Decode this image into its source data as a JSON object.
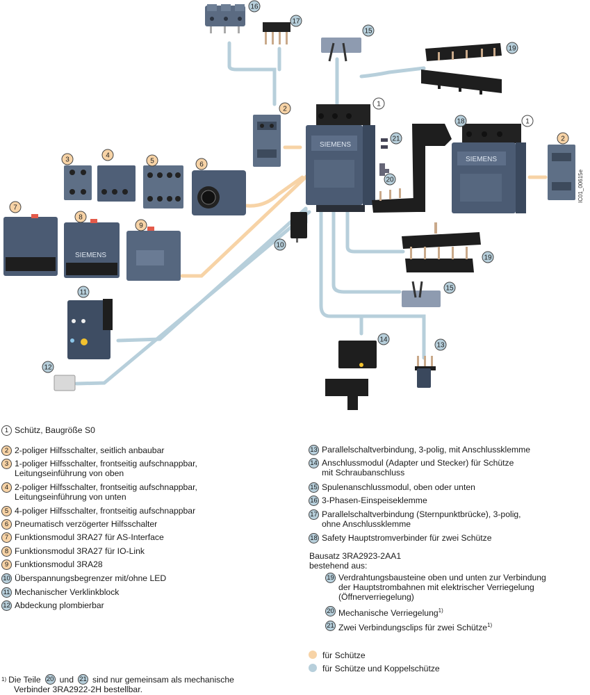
{
  "figure_code": "IC01_00615e",
  "callouts": [
    "1",
    "2",
    "3",
    "4",
    "5",
    "6",
    "7",
    "8",
    "9",
    "10",
    "11",
    "12",
    "13",
    "14",
    "15",
    "16",
    "17",
    "18",
    "19",
    "20",
    "21"
  ],
  "legend_left": [
    {
      "n": "1",
      "color": "white",
      "text": "Schütz, Baugröße S0"
    },
    {
      "n": "2",
      "color": "orange",
      "text": "2-poliger Hilfsschalter, seitlich anbaubar"
    },
    {
      "n": "3",
      "color": "orange",
      "text": "1-poliger Hilfsschalter, frontseitig aufschnappbar,\nLeitungseinführung von oben"
    },
    {
      "n": "4",
      "color": "orange",
      "text": "2-poliger Hilfsschalter, frontseitig aufschnappbar,\nLeitungseinführung von unten"
    },
    {
      "n": "5",
      "color": "orange",
      "text": "4-poliger Hilfsschalter, frontseitig aufschnappbar"
    },
    {
      "n": "6",
      "color": "orange",
      "text": "Pneumatisch verzögerter Hilfsschalter"
    },
    {
      "n": "7",
      "color": "orange",
      "text": "Funktionsmodul 3RA27 für AS-Interface"
    },
    {
      "n": "8",
      "color": "orange",
      "text": "Funktionsmodul 3RA27 für IO-Link"
    },
    {
      "n": "9",
      "color": "orange",
      "text": "Funktionsmodul 3RA28"
    },
    {
      "n": "10",
      "color": "blue",
      "text": "Überspannungsbegrenzer mit/ohne LED"
    },
    {
      "n": "11",
      "color": "blue",
      "text": "Mechanischer Verklinkblock"
    },
    {
      "n": "12",
      "color": "blue",
      "text": "Abdeckung plombierbar"
    }
  ],
  "legend_right": [
    {
      "n": "13",
      "color": "blue",
      "text": "Parallelschaltverbindung, 3-polig, mit Anschlussklemme"
    },
    {
      "n": "14",
      "color": "blue",
      "text": "Anschlussmodul (Adapter und Stecker) für Schütze\nmit Schraubanschluss"
    },
    {
      "n": "15",
      "color": "blue",
      "text": "Spulenanschlussmodul, oben oder unten"
    },
    {
      "n": "16",
      "color": "blue",
      "text": "3-Phasen-Einspeiseklemme"
    },
    {
      "n": "17",
      "color": "blue",
      "text": "Parallelschaltverbindung (Sternpunktbrücke), 3-polig,\nohne Anschlussklemme"
    },
    {
      "n": "18",
      "color": "blue",
      "text": "Safety Hauptstromverbinder für zwei Schütze"
    }
  ],
  "kit": {
    "heading": "Bausatz 3RA2923-2AA1\nbestehend aus:",
    "items": [
      {
        "n": "19",
        "color": "blue",
        "text": "Verdrahtungsbausteine oben und unten zur Verbindung\nder Hauptstrombahnen mit elektrischer Verriegelung\n(Öffnerverriegelung)",
        "sup": ""
      },
      {
        "n": "20",
        "color": "blue",
        "text": "Mechanische Verriegelung",
        "sup": "1)"
      },
      {
        "n": "21",
        "color": "blue",
        "text": "Zwei Verbindungsclips für zwei Schütze",
        "sup": "1)"
      }
    ]
  },
  "color_key": [
    {
      "color": "#f7d3a6",
      "label": "für Schütze"
    },
    {
      "color": "#b7cfdb",
      "label": "für Schütze und Koppelschütze"
    }
  ],
  "footnote": {
    "mark": "1)",
    "part1": "Die Teile",
    "n1": "20",
    "and": "und",
    "n2": "21",
    "part2": "sind nur gemeinsam als mechanische",
    "line2": "Verbinder 3RA2922-2H bestellbar."
  }
}
